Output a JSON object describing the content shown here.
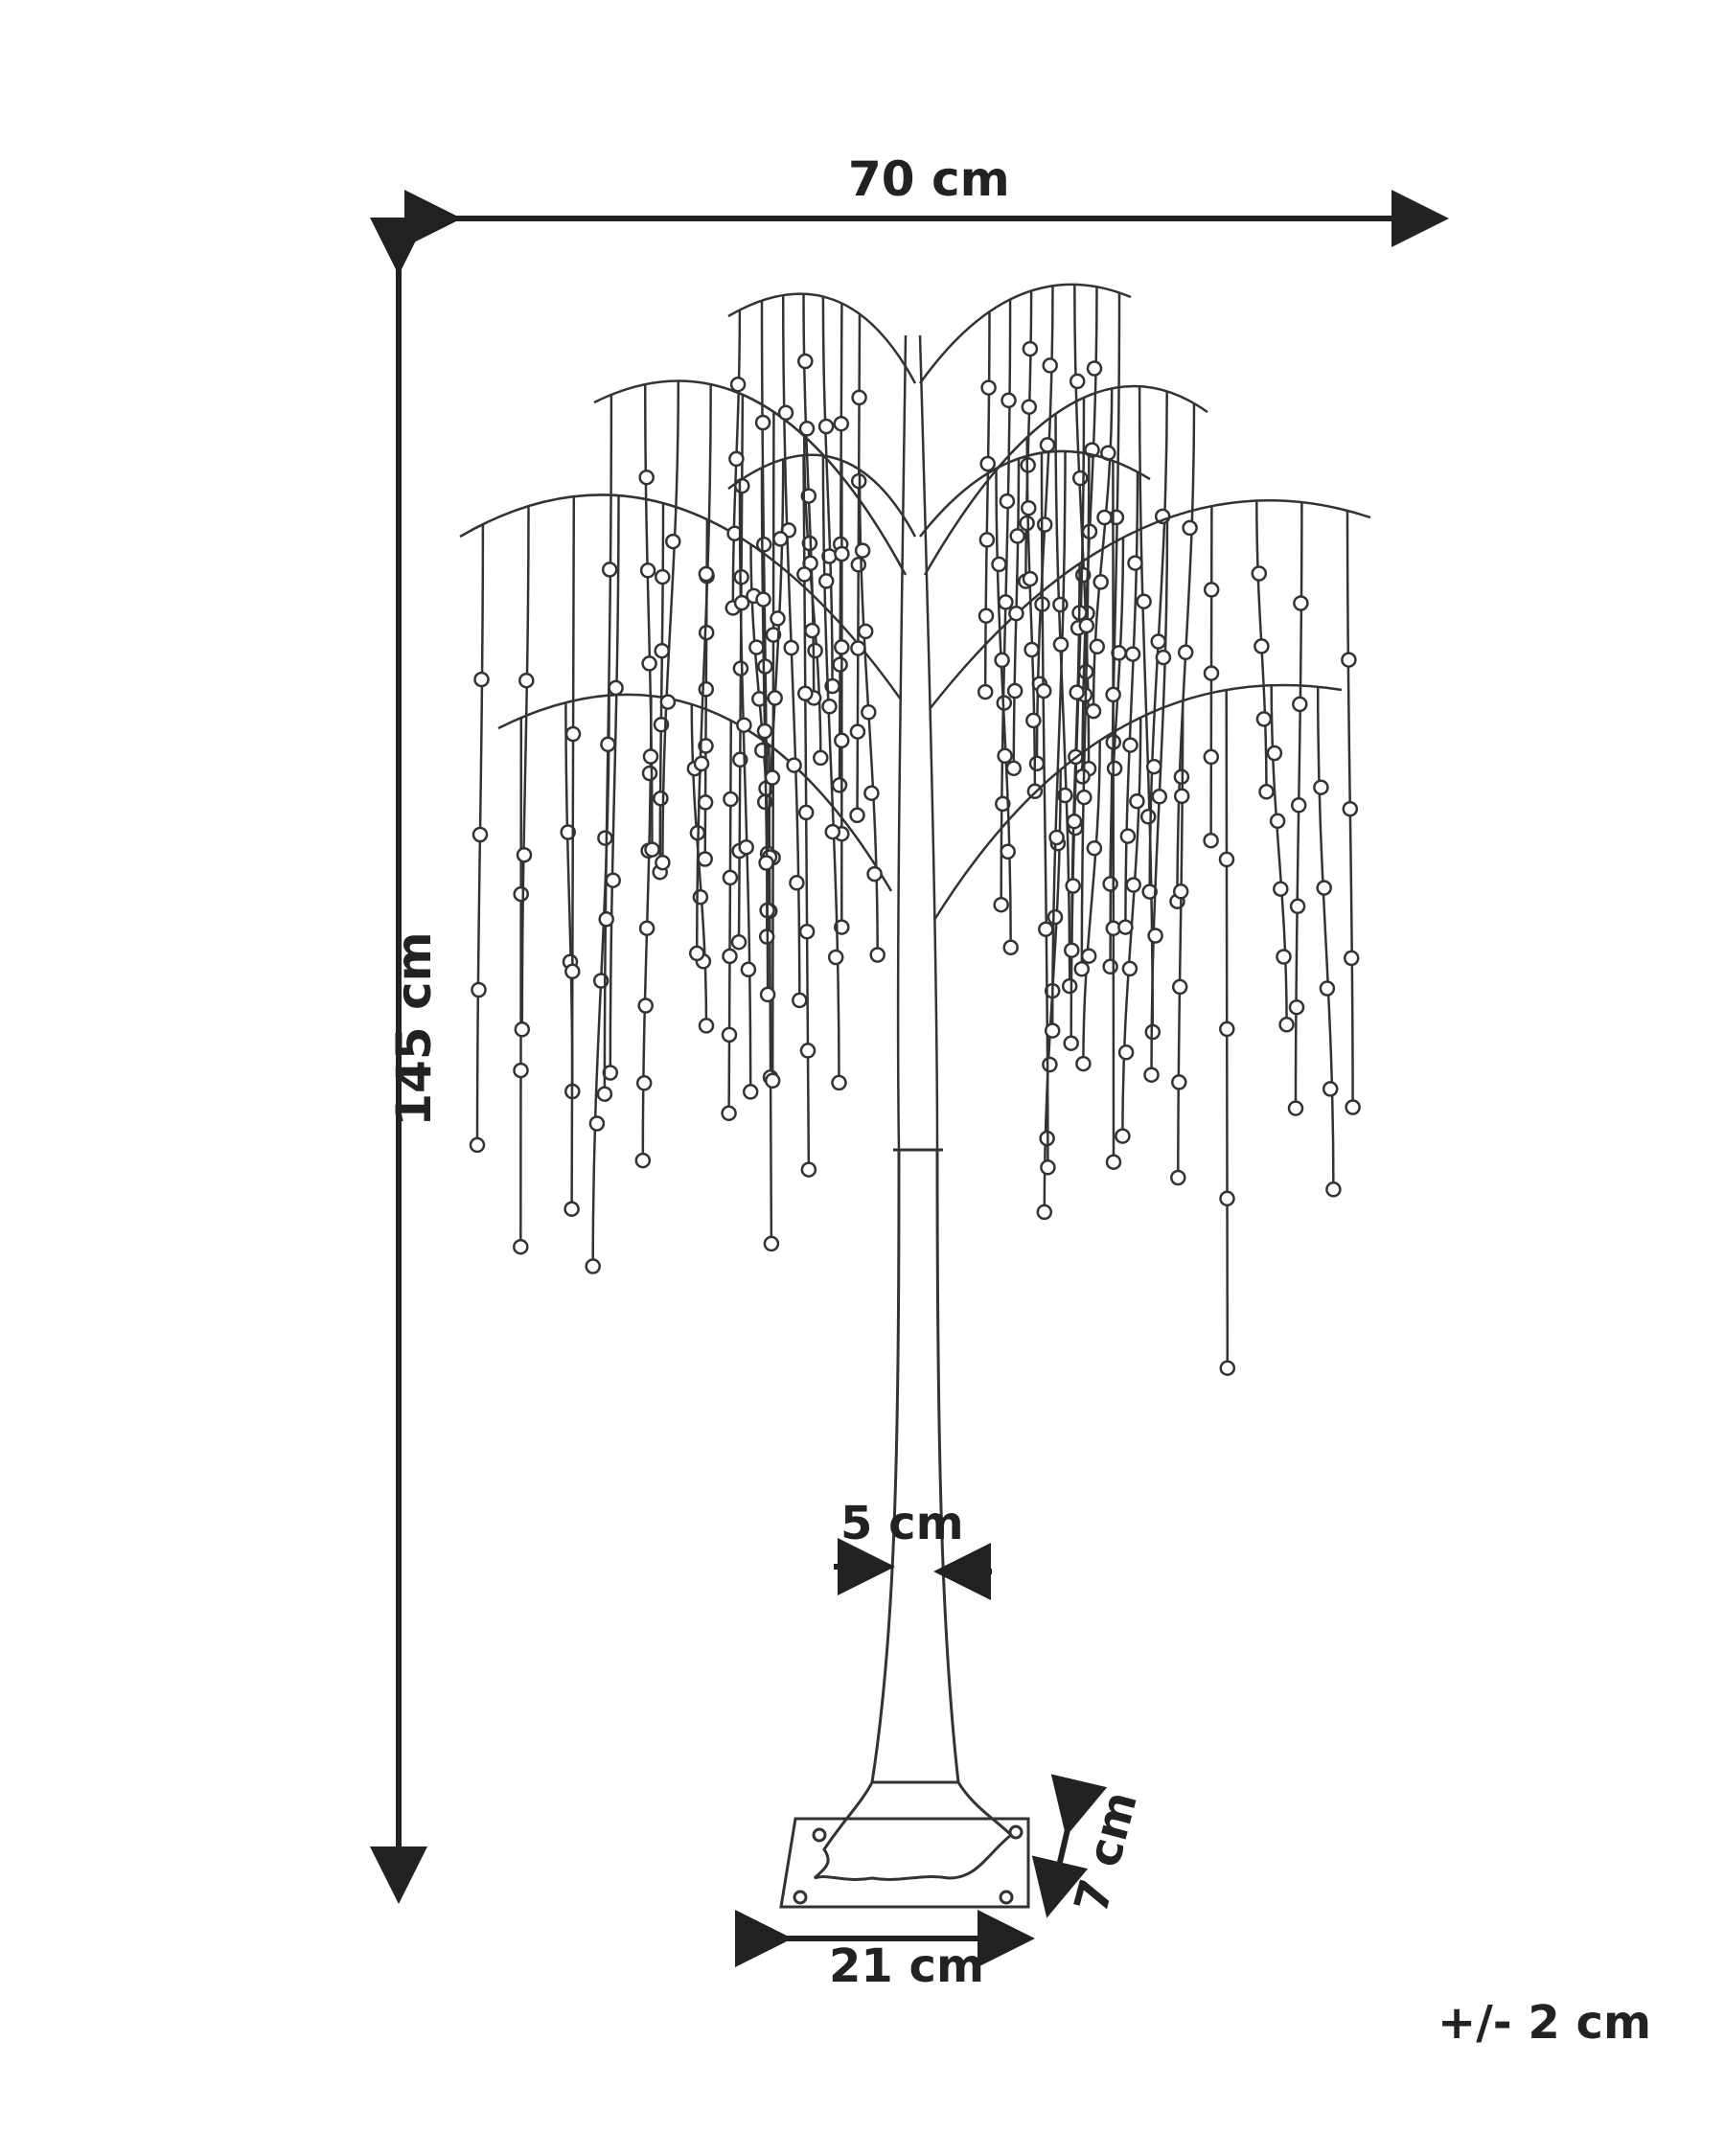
{
  "dimensions": {
    "width": "70 cm",
    "height": "145 cm",
    "trunk_diameter": "5 cm",
    "base_width": "21 cm",
    "base_height": "7 cm",
    "tolerance": "+/- 2 cm"
  },
  "colors": {
    "line": "#222222",
    "background": "#ffffff"
  }
}
